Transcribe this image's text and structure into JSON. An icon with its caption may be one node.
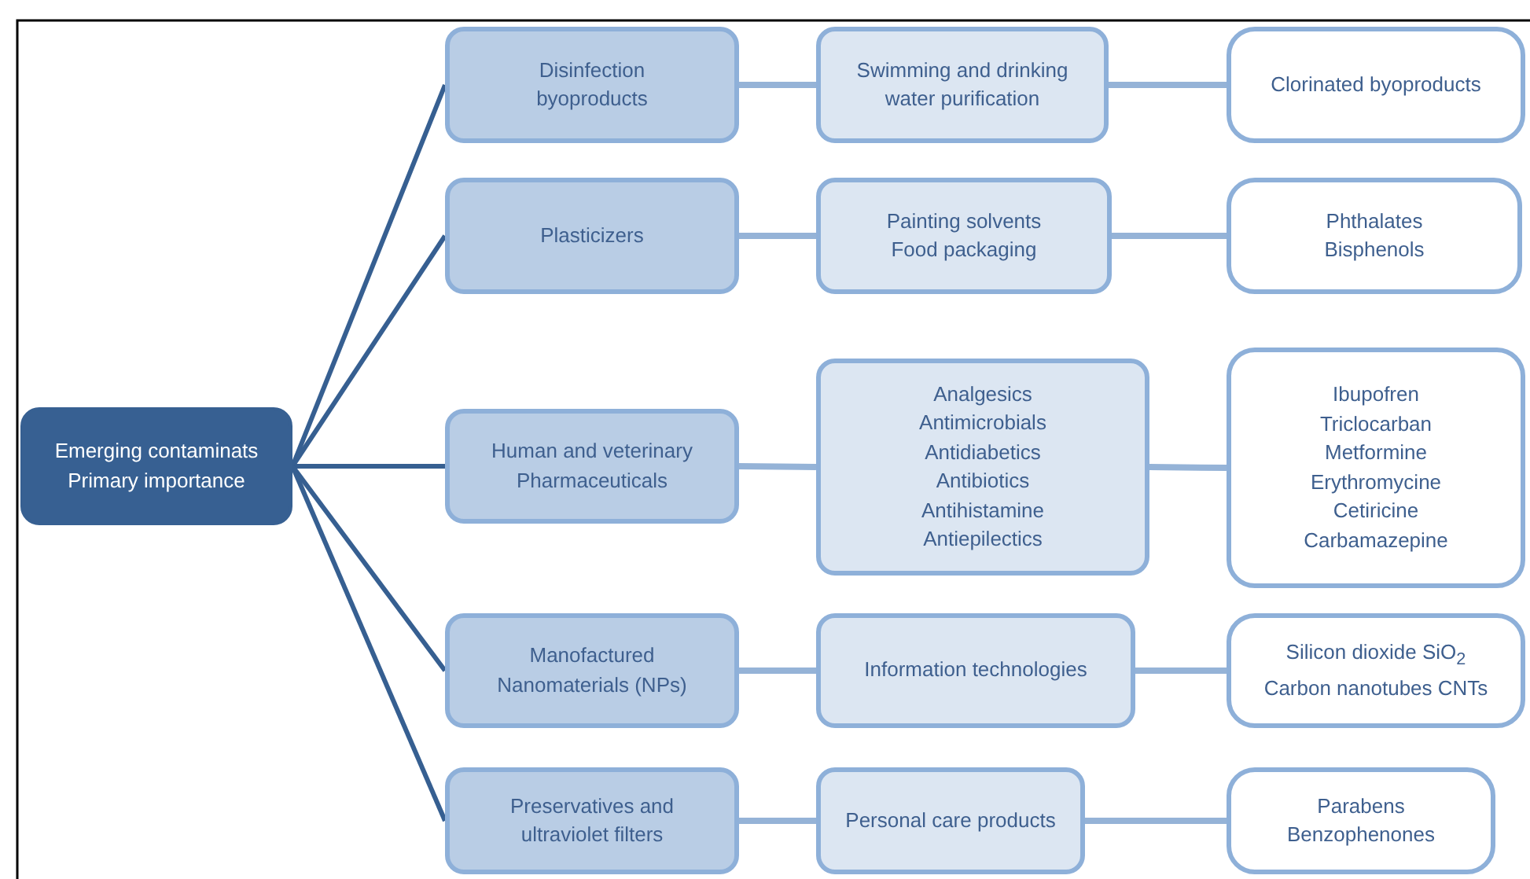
{
  "diagram": {
    "nodes": [
      {
        "text": [
          "Emerging contaminats",
          "Primary importance"
        ]
      },
      {
        "text": [
          "Disinfection byoproducts"
        ]
      },
      {
        "text": [
          "Swimming and drinking water purification"
        ]
      },
      {
        "text": [
          "Clorinated byoproducts"
        ]
      },
      {
        "text": [
          "Plasticizers"
        ]
      },
      {
        "text": [
          "Painting solvents",
          "Food packaging"
        ]
      },
      {
        "text": [
          "Phthalates",
          "Bisphenols"
        ]
      },
      {
        "text": [
          "Human and veterinary Pharmaceuticals"
        ]
      },
      {
        "text": [
          "Analgesics",
          "Antimicrobials",
          "Antidiabetics",
          "Antibiotics",
          "Antihistamine",
          "Antiepilectics"
        ]
      },
      {
        "text": [
          "Ibupofren",
          "Triclocarban",
          "Metformine",
          "Erythromycine",
          "Cetiricine",
          "Carbamazepine"
        ]
      },
      {
        "text": [
          "Manofactured Nanomaterials (NPs)"
        ]
      },
      {
        "text": [
          "Information  technologies"
        ]
      },
      {
        "text": [
          "Silicon dioxide SiO$_{2}$",
          "Carbon nanotubes CNTs"
        ]
      },
      {
        "text": [
          "Preservatives and ultraviolet filters"
        ]
      },
      {
        "text": [
          "Personal care products"
        ]
      },
      {
        "text": [
          "Parabens",
          "Benzophenones"
        ]
      }
    ],
    "edges": [
      {
        "from": 0,
        "to": 1,
        "arrow": "none",
        "color": "#365f91"
      },
      {
        "from": 0,
        "to": 4,
        "arrow": "none",
        "color": "#365f91"
      },
      {
        "from": 0,
        "to": 7,
        "arrow": "none",
        "color": "#365f91"
      },
      {
        "from": 0,
        "to": 10,
        "arrow": "none",
        "color": "#365f91"
      },
      {
        "from": 0,
        "to": 13,
        "arrow": "none",
        "color": "#365f91"
      },
      {
        "from": 1,
        "to": 2,
        "arrow": "none"
      },
      {
        "from": 2,
        "to": 3,
        "arrow": "none"
      },
      {
        "from": 4,
        "to": 5,
        "arrow": "none"
      },
      {
        "from": 5,
        "to": 6,
        "arrow": "none"
      },
      {
        "from": 7,
        "to": 8,
        "arrow": "none"
      },
      {
        "from": 8,
        "to": 9,
        "arrow": "none"
      },
      {
        "from": 10,
        "to": 11,
        "arrow": "none"
      },
      {
        "from": 11,
        "to": 12,
        "arrow": "none"
      },
      {
        "from": 13,
        "to": 14,
        "arrow": "none"
      },
      {
        "from": 14,
        "to": 15,
        "arrow": "none"
      }
    ]
  }
}
